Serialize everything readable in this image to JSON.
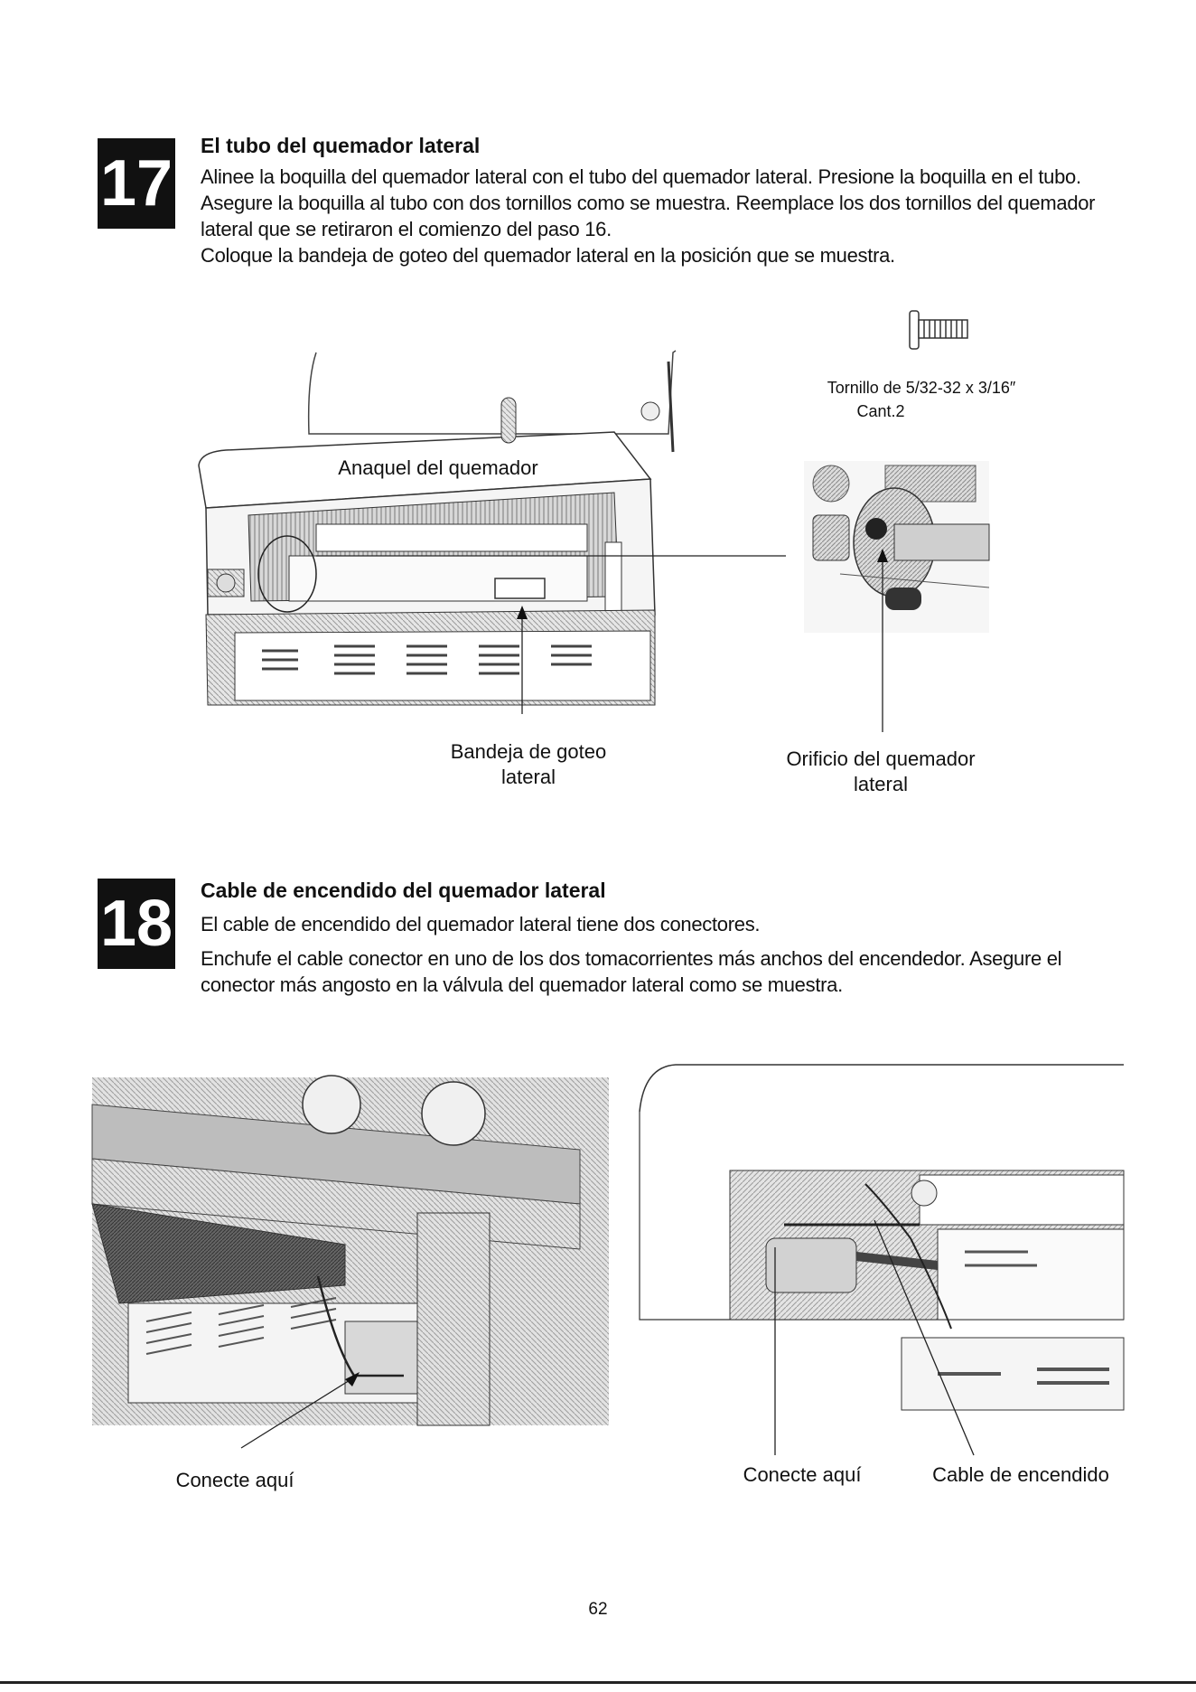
{
  "step17": {
    "number": "17",
    "title": "El tubo del quemador lateral",
    "paragraph1": "Alinee la boquilla del quemador lateral con el tubo del quemador lateral. Presione la boquilla en el tubo. Asegure la boquilla al tubo con dos tornillos como se muestra. Reemplace los dos tornillos del quemador lateral que se retiraron el comienzo del paso 16.",
    "paragraph2": "Coloque la bandeja de goteo del quemador lateral en la posición que se muestra.",
    "labels": {
      "shelf": "Anaquel del quemador",
      "screw": "Tornillo de 5/32-32 x 3/16″",
      "quantity": "Cant.2",
      "drip_tray_line1": "Bandeja de goteo",
      "drip_tray_line2": "lateral",
      "orifice_line1": "Orificio del quemador",
      "orifice_line2": "lateral"
    }
  },
  "step18": {
    "number": "18",
    "title": "Cable de encendido del quemador lateral",
    "paragraph1": "El cable de encendido del quemador lateral tiene dos conectores.",
    "paragraph2": "Enchufe el cable conector en uno de los dos tomacorrientes más anchos del encendedor. Asegure el conector más angosto en la válvula del quemador lateral como se muestra.",
    "labels": {
      "connect_left": "Conecte aquí",
      "connect_right": "Conecte aquí",
      "ignition_cable": "Cable de encendido"
    }
  },
  "footer": {
    "page_number": "62"
  }
}
